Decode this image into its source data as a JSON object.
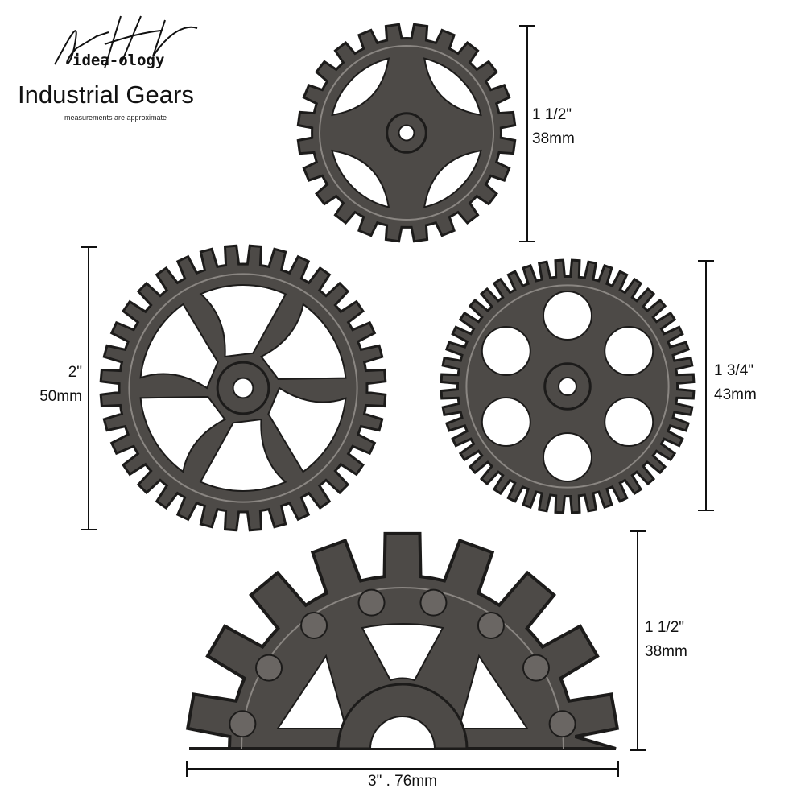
{
  "logo": {
    "signature": "Tim Holtz",
    "brand": "idea-ology"
  },
  "title": "Industrial Gears",
  "note": "measurements are approximate",
  "dimensions": {
    "top_gear": {
      "imperial": "1 1/2\"",
      "metric": "38mm"
    },
    "left_gear": {
      "imperial": "2\"",
      "metric": "50mm"
    },
    "right_gear": {
      "imperial": "1 3/4\"",
      "metric": "43mm"
    },
    "half_gear_height": {
      "imperial": "1 1/2\"",
      "metric": "38mm"
    },
    "half_gear_width": "3\" . 76mm"
  },
  "colors": {
    "metal": "#4d4a47",
    "metal_edge": "#1c1b1a",
    "highlight": "#8a8682",
    "line": "#111111"
  }
}
